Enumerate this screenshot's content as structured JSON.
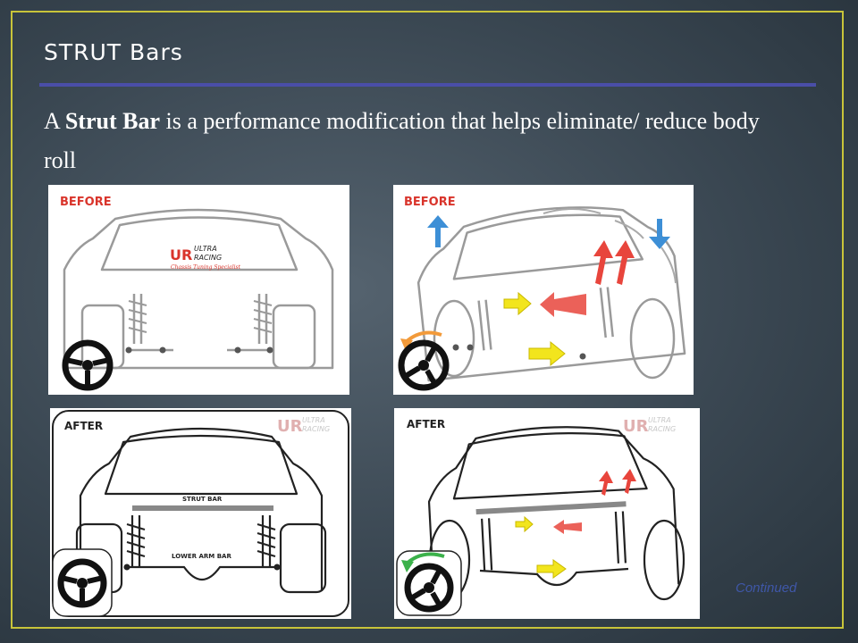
{
  "slide": {
    "title": "STRUT Bars",
    "body_before": "A ",
    "body_bold": "Strut Bar",
    "body_after": " is a performance modification that helps eliminate/ reduce body roll",
    "continued": "Continued"
  },
  "panels": {
    "before_label": "BEFORE",
    "after_label": "AFTER",
    "brand_mark": "UR",
    "brand_text_top": "ULTRA",
    "brand_text_bottom": "RACING",
    "brand_tagline": "Chassis Tuning Specialist",
    "strut_bar_label": "STRUT BAR",
    "lower_arm_bar_label": "LOWER ARM BAR"
  },
  "colors": {
    "frame": "#c8c43a",
    "rule": "#4a4ea8",
    "label_red": "#d9342b",
    "arrow_yellow": "#f2e51d",
    "arrow_red": "#e8453c",
    "arrow_blue": "#3d8fd6",
    "turn_orange": "#f29a3a",
    "turn_green": "#3bb14a"
  }
}
